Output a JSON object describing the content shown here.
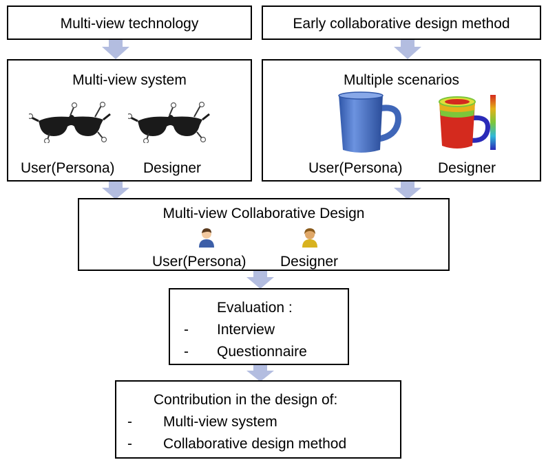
{
  "top_left": {
    "title": "Multi-view technology"
  },
  "top_right": {
    "title": "Early collaborative design method"
  },
  "multi_view_system": {
    "title": "Multi-view system",
    "user_label": "User(Persona)",
    "designer_label": "Designer"
  },
  "multiple_scenarios": {
    "title": "Multiple scenarios",
    "user_label": "User(Persona)",
    "designer_label": "Designer"
  },
  "collaborative_design": {
    "title": "Multi-view Collaborative Design",
    "user_label": "User(Persona)",
    "designer_label": "Designer"
  },
  "evaluation": {
    "title": "Evaluation :",
    "items": [
      {
        "bullet": "-",
        "text": "Interview"
      },
      {
        "bullet": "-",
        "text": "Questionnaire"
      }
    ]
  },
  "contribution": {
    "title": "Contribution in the design of:",
    "items": [
      {
        "bullet": "-",
        "text": "Multi-view system"
      },
      {
        "bullet": "-",
        "text": "Collaborative design method"
      }
    ]
  },
  "colors": {
    "arrow_fill": "#b3bde0",
    "mug_blue": "#4a72c4",
    "glasses": "#1a1a1a",
    "heatmap_red": "#d42a1e"
  },
  "icons": [
    "glasses-icon",
    "blue-mug-icon",
    "heatmap-mug-icon",
    "color-scale-icon",
    "user-avatar-icon",
    "designer-avatar-icon",
    "down-arrow-icon"
  ]
}
